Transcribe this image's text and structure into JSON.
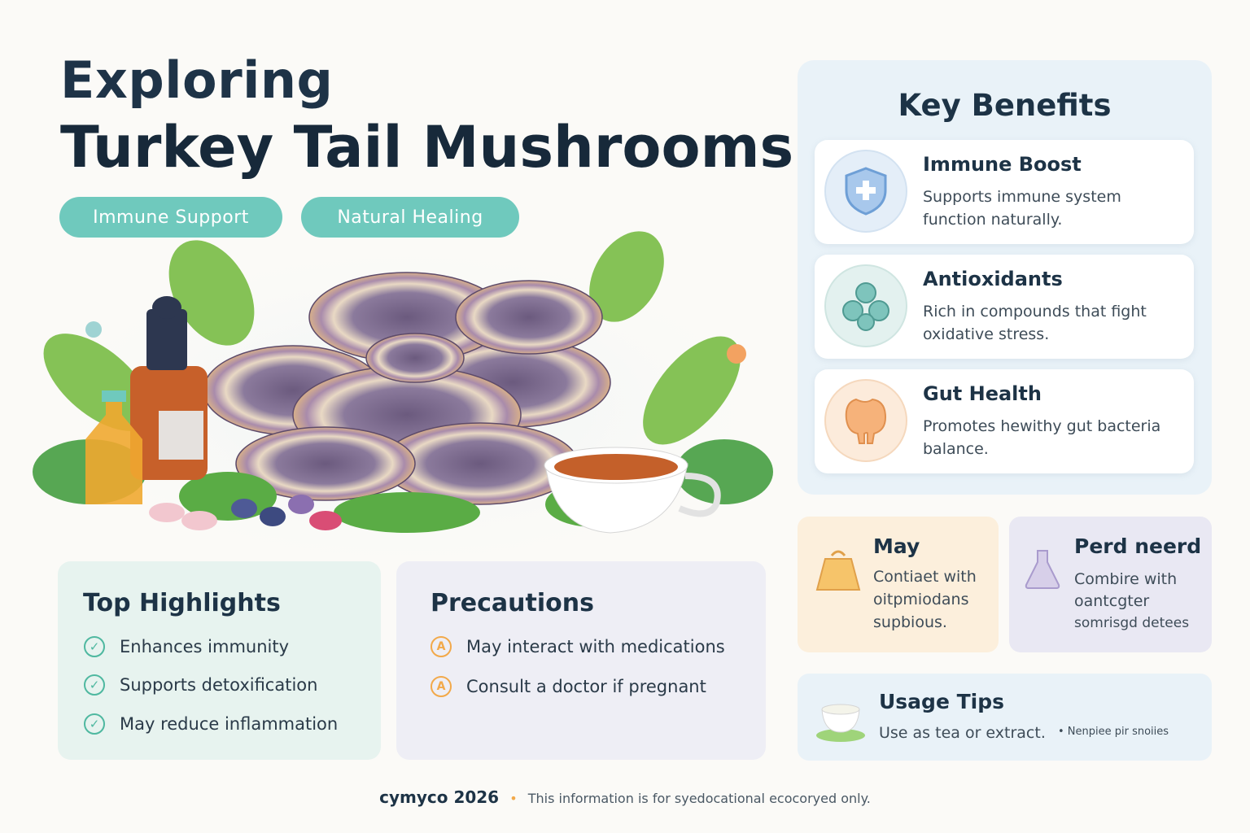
{
  "title": {
    "line1": "Exploring",
    "line2": "Turkey Tail Mushrooms"
  },
  "tags": [
    "Immune Support",
    "Natural Healing"
  ],
  "hero": {
    "illustration": "turkey-tail-mushroom-cluster-with-tea-tincture-and-capsules"
  },
  "highlights": {
    "title": "Top Highlights",
    "items": [
      "Enhances immunity",
      "Supports detoxification",
      "May reduce inflammation"
    ]
  },
  "precautions": {
    "title": "Precautions",
    "items": [
      "May interact with medications",
      "Consult a doctor if pregnant"
    ]
  },
  "benefits": {
    "title": "Key Benefits",
    "items": [
      {
        "icon": "shield-plus-icon",
        "title": "Immune Boost",
        "desc": "Supports immune system function naturally."
      },
      {
        "icon": "antioxidant-molecule-icon",
        "title": "Antioxidants",
        "desc": "Rich in compounds that fight oxidative stress."
      },
      {
        "icon": "stomach-icon",
        "title": "Gut Health",
        "desc": "Promotes hewithy gut bacteria balance."
      }
    ]
  },
  "mini_cards": [
    {
      "icon": "bag-icon",
      "title": "May",
      "lines": [
        "Contiaet with",
        "oitpmiodans",
        "supbious."
      ]
    },
    {
      "icon": "flask-icon",
      "title": "Perd neerd",
      "lines": [
        "Combire with",
        "oantcgter",
        "somrisgd detees"
      ]
    }
  ],
  "usage": {
    "icon": "tea-cup-icon",
    "title": "Usage Tips",
    "desc": "Use as tea or extract.",
    "note": "• Nenpiee pir snoiies"
  },
  "footer": {
    "brand": "cymyco 2026",
    "text": "This information is for syedocational ecocoryed only."
  },
  "colors": {
    "accent": "#6fc9bd",
    "check": "#4fb8a0",
    "warning": "#f2a94a",
    "title": "#1d3346"
  }
}
